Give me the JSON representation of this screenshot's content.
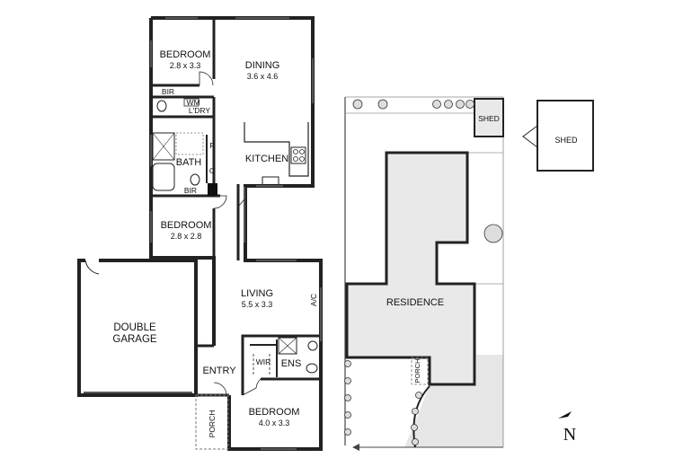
{
  "floor_plan": {
    "rooms": {
      "bedroom1": {
        "name": "BEDROOM",
        "dims": "2.8 x 3.3"
      },
      "dining": {
        "name": "DINING",
        "dims": "3.6 x 4.6"
      },
      "bir1": "BIR",
      "wm": "WM",
      "ldry": "L'DRY",
      "f": "F",
      "bath": "BATH",
      "c": "C",
      "bir2": "BIR",
      "kitchen": "KITCHEN",
      "bedroom2": {
        "name": "BEDROOM",
        "dims": "2.8 x 2.8"
      },
      "living": {
        "name": "LIVING",
        "dims": "5.5 x 3.3"
      },
      "ac": "A/C",
      "garage": {
        "line1": "DOUBLE",
        "line2": "GARAGE"
      },
      "wir": "WIR",
      "ens": "ENS",
      "entry": "ENTRY",
      "porch": "PORCH",
      "bedroom3": {
        "name": "BEDROOM",
        "dims": "4.0 x 3.3"
      }
    }
  },
  "site_plan": {
    "shed_small": "SHED",
    "shed_detached": "SHED",
    "residence": "RESIDENCE",
    "porch": "PORCH"
  },
  "north_arrow": {
    "label": "N"
  }
}
